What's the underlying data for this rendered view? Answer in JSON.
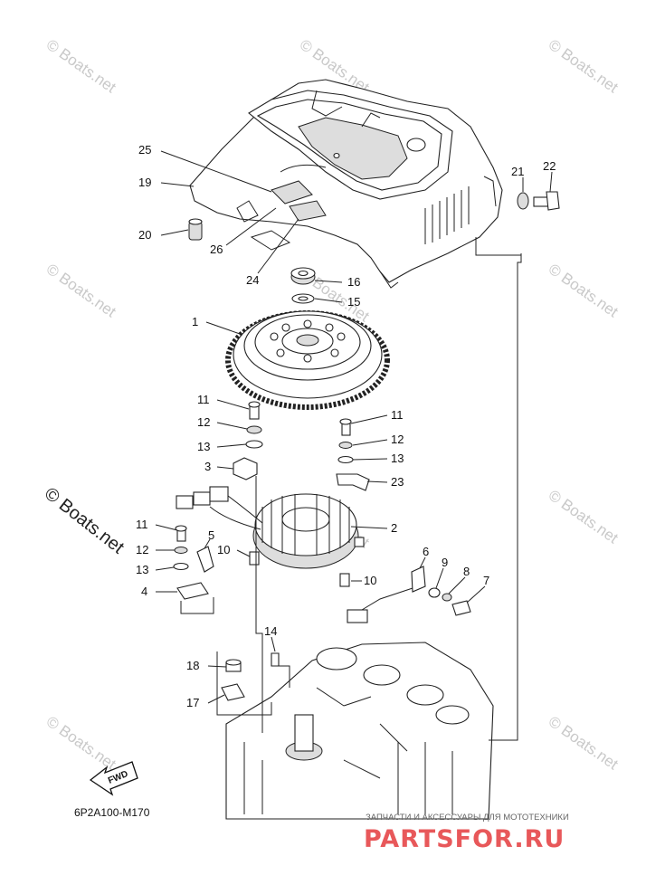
{
  "diagram_code": "6P2A100-M170",
  "fwd_label": "FWD",
  "watermarks": {
    "small": "© Boats.net",
    "large": "© Boats.net"
  },
  "logo": {
    "tagline": "ЗАПЧАСТИ И АКСЕССУАРЫ ДЛЯ МОТОТЕХНИКИ",
    "brand": "PARTSFOR.RU",
    "color": "#e8585a"
  },
  "callouts": {
    "c25": "25",
    "c19": "19",
    "c20": "20",
    "c26": "26",
    "c24": "24",
    "c21": "21",
    "c22": "22",
    "c16": "16",
    "c15": "15",
    "c1": "1",
    "c11a": "11",
    "c12a": "12",
    "c13a": "13",
    "c3": "3",
    "c11b": "11",
    "c12b": "12",
    "c13b": "13",
    "c23": "23",
    "c2": "2",
    "c11c": "11",
    "c12c": "12",
    "c13c": "13",
    "c5": "5",
    "c4": "4",
    "c10a": "10",
    "c10b": "10",
    "c6": "6",
    "c9": "9",
    "c8": "8",
    "c7": "7",
    "c14": "14",
    "c18": "18",
    "c17": "17"
  }
}
